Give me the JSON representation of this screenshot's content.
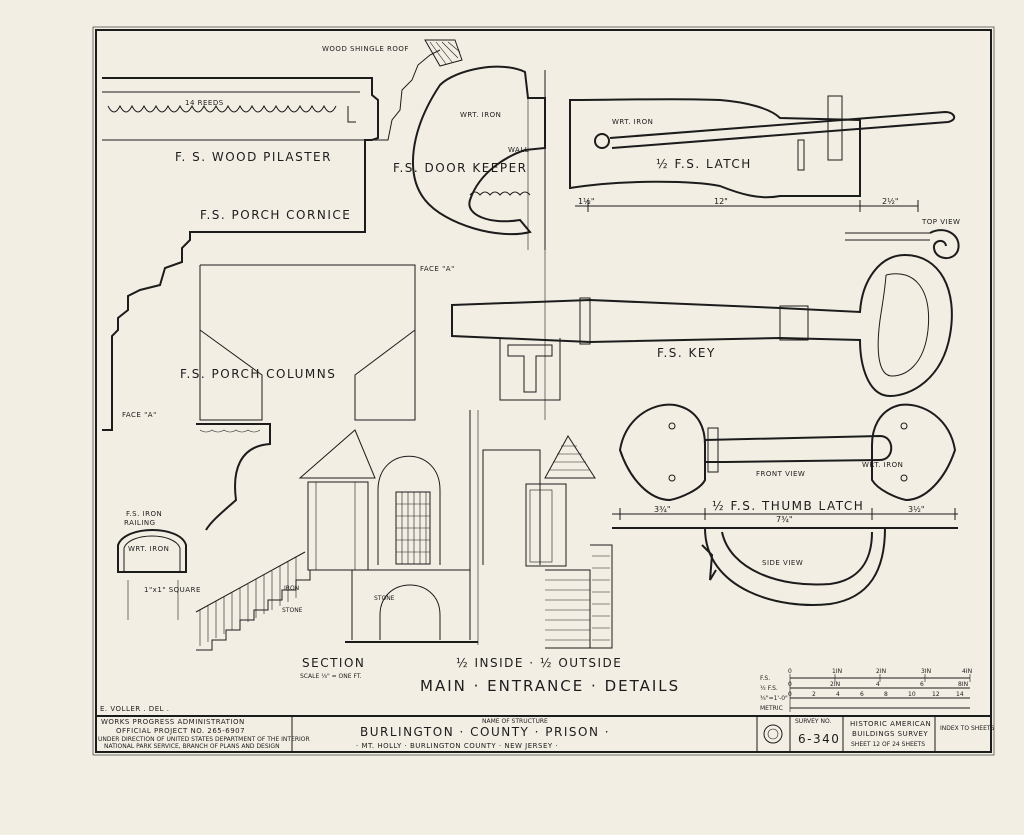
{
  "labels": {
    "wood_shingle_roof": "WOOD SHINGLE ROOF",
    "reeds": "14 REEDS",
    "wood_pilaster": "F. S. WOOD PILASTER",
    "porch_cornice": "F.S. PORCH CORNICE",
    "wrt_iron_1": "WRT. IRON",
    "wall": "WALL",
    "door_keeper": "F.S. DOOR KEEPER",
    "wrt_iron_2": "WRT. IRON",
    "latch": "½ F.S. LATCH",
    "dim_latch_a": "1½\"",
    "dim_latch_b": "12\"",
    "dim_latch_c": "2½\"",
    "top_view": "TOP VIEW",
    "face_a_1": "FACE \"A\"",
    "face_a_2": "FACE \"A\"",
    "porch_columns": "F.S. PORCH COLUMNS",
    "key": "F.S. KEY",
    "iron_railing_1": "F.S. IRON",
    "iron_railing_2": "RAILING",
    "wrt_iron_3": "WRT. IRON",
    "square": "1\"x1\" SQUARE",
    "iron": "IRON",
    "stone_1": "STONE",
    "stone_2": "STONE",
    "front_view": "FRONT VIEW",
    "wrt_iron_4": "WRT. IRON",
    "thumb_latch": "½ F.S. THUMB LATCH",
    "dim_thumb_a": "3¾\"",
    "dim_thumb_b": "7¾\"",
    "dim_thumb_c": "3½\"",
    "side_view": "SIDE VIEW",
    "section": "SECTION",
    "section_scale": "SCALE ⅛\" = ONE FT.",
    "inside_outside": "½ INSIDE · ½ OUTSIDE",
    "main_title": "MAIN · ENTRANCE · DETAILS"
  },
  "scale": {
    "rows": [
      "F.S.",
      "½ F.S.",
      "¾\"=1'-0\"",
      "METRIC"
    ],
    "fs_ticks": [
      "0",
      "1IN",
      "2IN",
      "3IN",
      "4IN"
    ],
    "half_ticks": [
      "0",
      "2IN",
      "4",
      "6",
      "8IN"
    ],
    "quarter_ticks": [
      "0",
      "2",
      "4",
      "6",
      "8",
      "10",
      "12",
      "14"
    ]
  },
  "title_block": {
    "delineator": "E. VOLLER . DEL .",
    "wpa": "WORKS PROGRESS ADMINISTRATION",
    "project": "OFFICIAL PROJECT NO. 265-6907",
    "under_1": "UNDER DIRECTION OF UNITED STATES DEPARTMENT OF THE INTERIOR",
    "under_2": "NATIONAL PARK SERVICE, BRANCH OF PLANS AND DESIGN",
    "name_of_structure": "NAME OF STRUCTURE",
    "structure": "BURLINGTON · COUNTY · PRISON ·",
    "location": "· MT. HOLLY · BURLINGTON COUNTY · NEW JERSEY ·",
    "survey_no_label": "SURVEY NO.",
    "survey_no": "6-340",
    "habs_1": "HISTORIC AMERICAN",
    "habs_2": "BUILDINGS SURVEY",
    "sheet": "SHEET 12 OF 24 SHEETS",
    "index": "INDEX TO SHEETS"
  }
}
